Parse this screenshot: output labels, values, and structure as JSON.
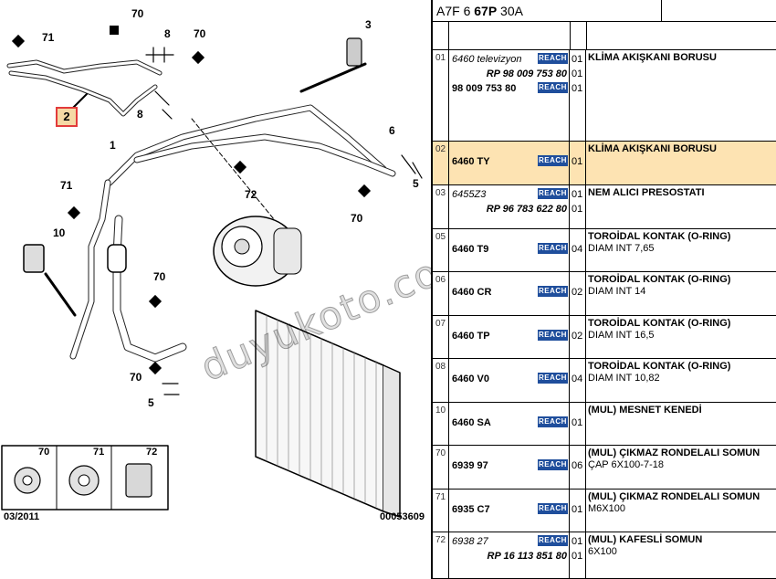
{
  "diagram": {
    "callouts": [
      "70",
      "71",
      "8",
      "70",
      "3",
      "2",
      "8",
      "1",
      "6",
      "72",
      "5",
      "71",
      "70",
      "10",
      "70",
      "70",
      "5"
    ],
    "selected_callout": "2",
    "legend": [
      {
        "label": "70"
      },
      {
        "label": "71"
      },
      {
        "label": "72"
      }
    ],
    "date_code": "03/2011",
    "figure_code": "00053609",
    "watermark": "duyukoto.com"
  },
  "reference": {
    "prefix": "A7F 6 ",
    "bold": "67P",
    "suffix": " 30A"
  },
  "reach_label": "REACH",
  "rows": [
    {
      "no": "01",
      "parts": [
        {
          "ref": "6460 televizyon",
          "style": "i",
          "qty": "01"
        },
        {
          "ref": "RP 98 009 753 80",
          "style": "rp",
          "qty": "01"
        },
        {
          "ref": "98 009 753 80",
          "style": "b",
          "qty": "01"
        }
      ],
      "title": "KLİMA AKIŞKANI BORUSU",
      "detail": "",
      "highlight": false
    },
    {
      "no": "02",
      "parts": [
        {
          "ref": "6460 TY",
          "style": "b",
          "qty": "01"
        }
      ],
      "title": "KLİMA AKIŞKANI BORUSU",
      "detail": "",
      "highlight": true
    },
    {
      "no": "03",
      "parts": [
        {
          "ref": "6455Z3",
          "style": "i",
          "qty": "01"
        },
        {
          "ref": "RP 96 783 622 80",
          "style": "rp",
          "qty": "01"
        }
      ],
      "title": "NEM ALICI PRESOSTATI",
      "detail": "",
      "highlight": false
    },
    {
      "no": "05",
      "parts": [
        {
          "ref": "6460 T9",
          "style": "b",
          "qty": "04"
        }
      ],
      "title": "TOROİDAL KONTAK (O-RING)",
      "detail": "DIAM INT 7,65",
      "highlight": false
    },
    {
      "no": "06",
      "parts": [
        {
          "ref": "6460 CR",
          "style": "b",
          "qty": "02"
        }
      ],
      "title": "TOROİDAL KONTAK (O-RING)",
      "detail": "DIAM INT 14",
      "highlight": false
    },
    {
      "no": "07",
      "parts": [
        {
          "ref": "6460 TP",
          "style": "b",
          "qty": "02"
        }
      ],
      "title": "TOROİDAL KONTAK (O-RING)",
      "detail": "DIAM INT 16,5",
      "highlight": false
    },
    {
      "no": "08",
      "parts": [
        {
          "ref": "6460 V0",
          "style": "b",
          "qty": "04"
        }
      ],
      "title": "TOROİDAL KONTAK (O-RING)",
      "detail": "DIAM INT 10,82",
      "highlight": false
    },
    {
      "no": "10",
      "parts": [
        {
          "ref": "6460 SA",
          "style": "b",
          "qty": "01"
        }
      ],
      "title": "(MUL) MESNET KENEDİ",
      "detail": "",
      "highlight": false
    },
    {
      "no": "70",
      "parts": [
        {
          "ref": "6939 97",
          "style": "b",
          "qty": "06"
        }
      ],
      "title": "(MUL) ÇIKMAZ RONDELALI SOMUN",
      "detail": "ÇAP 6X100-7-18",
      "highlight": false
    },
    {
      "no": "71",
      "parts": [
        {
          "ref": "6935 C7",
          "style": "b",
          "qty": "01"
        }
      ],
      "title": "(MUL) ÇIKMAZ RONDELALI SOMUN",
      "detail": "M6X100",
      "highlight": false
    },
    {
      "no": "72",
      "parts": [
        {
          "ref": "6938 27",
          "style": "i",
          "qty": "01"
        },
        {
          "ref": "RP 16 113 851 80",
          "style": "rp",
          "qty": "01"
        }
      ],
      "title": "(MUL) KAFESLİ SOMUN",
      "detail": "6X100",
      "highlight": false
    }
  ]
}
